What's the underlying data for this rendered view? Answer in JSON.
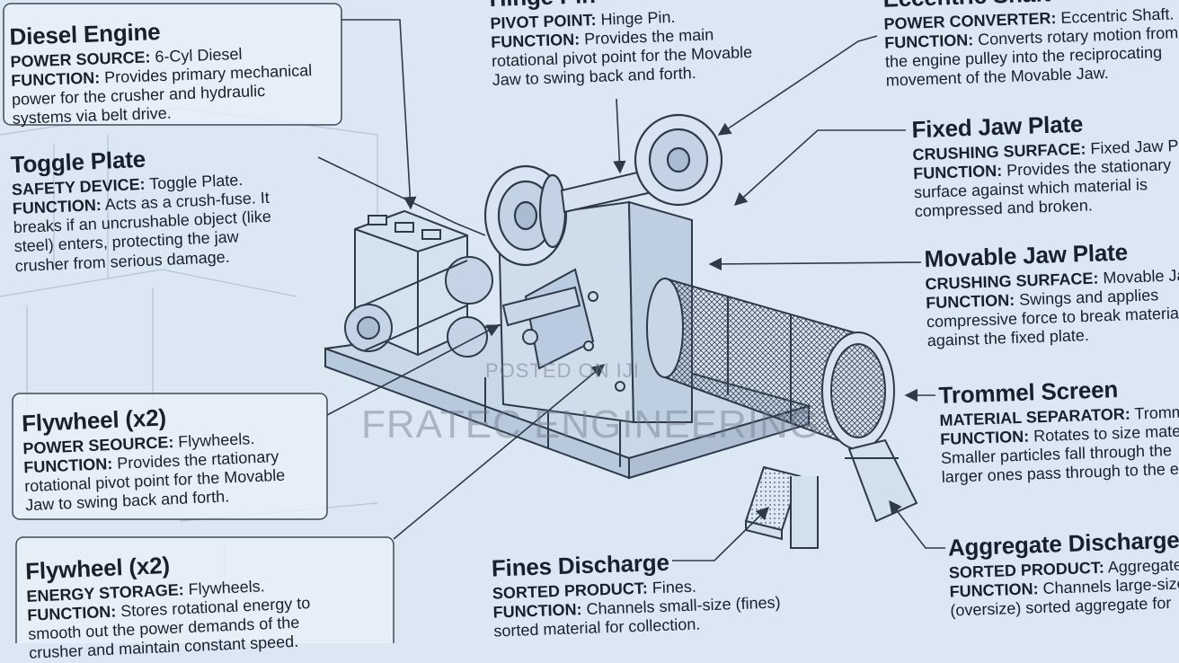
{
  "watermark": {
    "line1": "POSTED ON IJI",
    "line2": "FRATEC ENGINEERING"
  },
  "labels": {
    "diesel_engine": {
      "title": "Diesel Engine",
      "k1": "POWER SOURCE:",
      "v1": " 6-Cyl Diesel",
      "k2": "FUNCTION:",
      "v2": " Provides primary mechanical",
      "l3": "power for the crusher and hydraulic",
      "l4": "systems via belt drive."
    },
    "toggle_plate": {
      "title": "Toggle Plate",
      "k1": "SAFETY DEVICE:",
      "v1": " Toggle Plate.",
      "k2": "FUNCTION:",
      "v2": " Acts as a crush-fuse. It",
      "l3": "breaks if an uncrushable object (like",
      "l4": "steel) enters, protecting the jaw",
      "l5": "crusher from serious damage."
    },
    "hinge_pin": {
      "title": "Hinge Pin",
      "k1": "PIVOT POINT:",
      "v1": " Hinge Pin.",
      "k2": "FUNCTION:",
      "v2": " Provides the main",
      "l3": "rotational pivot point for the Movable",
      "l4": "Jaw to swing back and forth."
    },
    "eccentric_shaft": {
      "title": "Eccentric Shaft",
      "k1": "POWER CONVERTER:",
      "v1": " Eccentric Shaft.",
      "k2": "FUNCTION:",
      "v2": " Converts rotary motion from",
      "l3": "the engine pulley into the reciprocating",
      "l4": "movement of the Movable Jaw."
    },
    "fixed_jaw": {
      "title": "Fixed Jaw Plate",
      "k1": "CRUSHING SURFACE:",
      "v1": " Fixed Jaw Pl",
      "k2": "FUNCTION:",
      "v2": " Provides the stationary",
      "l3": "surface against which material is",
      "l4": "compressed and broken."
    },
    "movable_jaw": {
      "title": "Movable Jaw Plate",
      "k1": "CRUSHING SURFACE:",
      "v1": " Movable Jaw",
      "k2": "FUNCTION:",
      "v2": " Swings and applies",
      "l3": "compressive force to break material",
      "l4": "against the fixed plate."
    },
    "trommel": {
      "title": "Trommel Screen",
      "k1": "MATERIAL SEPARATOR:",
      "v1": " Trommel",
      "k2": "FUNCTION:",
      "v2": " Rotates to size mater",
      "l3": "Smaller particles fall through the",
      "l4": "larger ones pass through to the e"
    },
    "flywheel_a": {
      "title": "Flywheel (x2)",
      "k1": "POWER SEOURCE:",
      "v1": " Flywheels.",
      "k2": "FUNCTION:",
      "v2": " Provides the rtationary",
      "l3": "rotational pivot point for the Movable",
      "l4": "Jaw to swing back and forth."
    },
    "flywheel_b": {
      "title": "Flywheel (x2)",
      "k1": "ENERGY STORAGE:",
      "v1": " Flywheels.",
      "k2": "FUNCTION:",
      "v2": " Stores rotational energy to",
      "l3": "smooth out the power demands of the",
      "l4": "crusher and maintain constant speed."
    },
    "fines": {
      "title": "Fines Discharge",
      "k1": "SORTED PRODUCT:",
      "v1": " Fines.",
      "k2": "FUNCTION:",
      "v2": " Channels small-size (fines)",
      "l3": "sorted material for collection."
    },
    "aggregate": {
      "title": "Aggregate Discharge",
      "k1": "SORTED PRODUCT:",
      "v1": " Aggregate",
      "k2": "FUNCTION:",
      "v2": " Channels large-size",
      "l3": "(oversize) sorted aggregate for"
    }
  }
}
